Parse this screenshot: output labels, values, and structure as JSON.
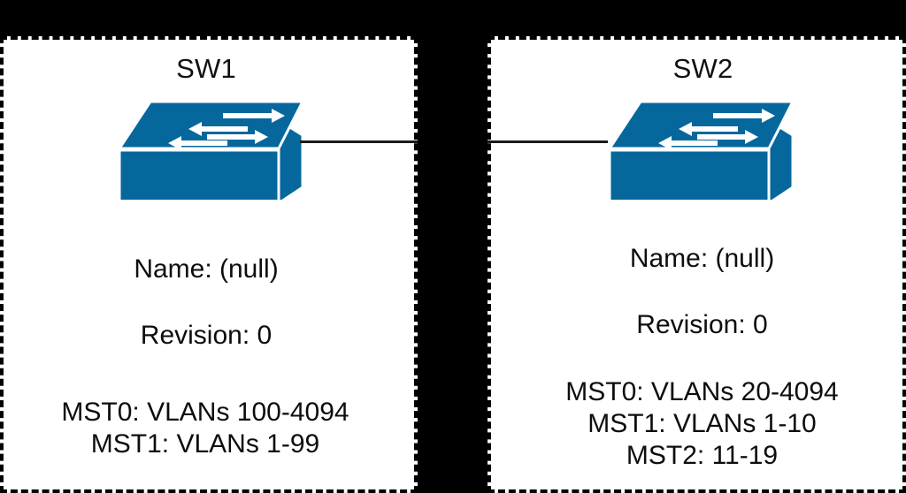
{
  "diagram": {
    "background_color": "#000000",
    "panel_background": "#ffffff",
    "panel_border_color": "#000000",
    "switch_color": "#06679c",
    "switch_edge_color": "#ffffff",
    "link_color": "#1a1a1a",
    "text_color": "#0d0d0d"
  },
  "regions": [
    {
      "id": "left",
      "switch_label": "SW1",
      "icon": "network-switch-icon",
      "name_line": "Name: (null)",
      "revision_line": "Revision: 0",
      "mst_instances": [
        "MST0: VLANs 100-4094",
        "MST1: VLANs 1-99"
      ]
    },
    {
      "id": "right",
      "switch_label": "SW2",
      "icon": "network-switch-icon",
      "name_line": "Name: (null)",
      "revision_line": "Revision: 0",
      "mst_instances": [
        "MST0: VLANs 20-4094",
        "MST1: VLANs 1-10",
        "MST2: 11-19"
      ]
    }
  ],
  "link": {
    "label": "",
    "from": "SW1",
    "to": "SW2"
  }
}
